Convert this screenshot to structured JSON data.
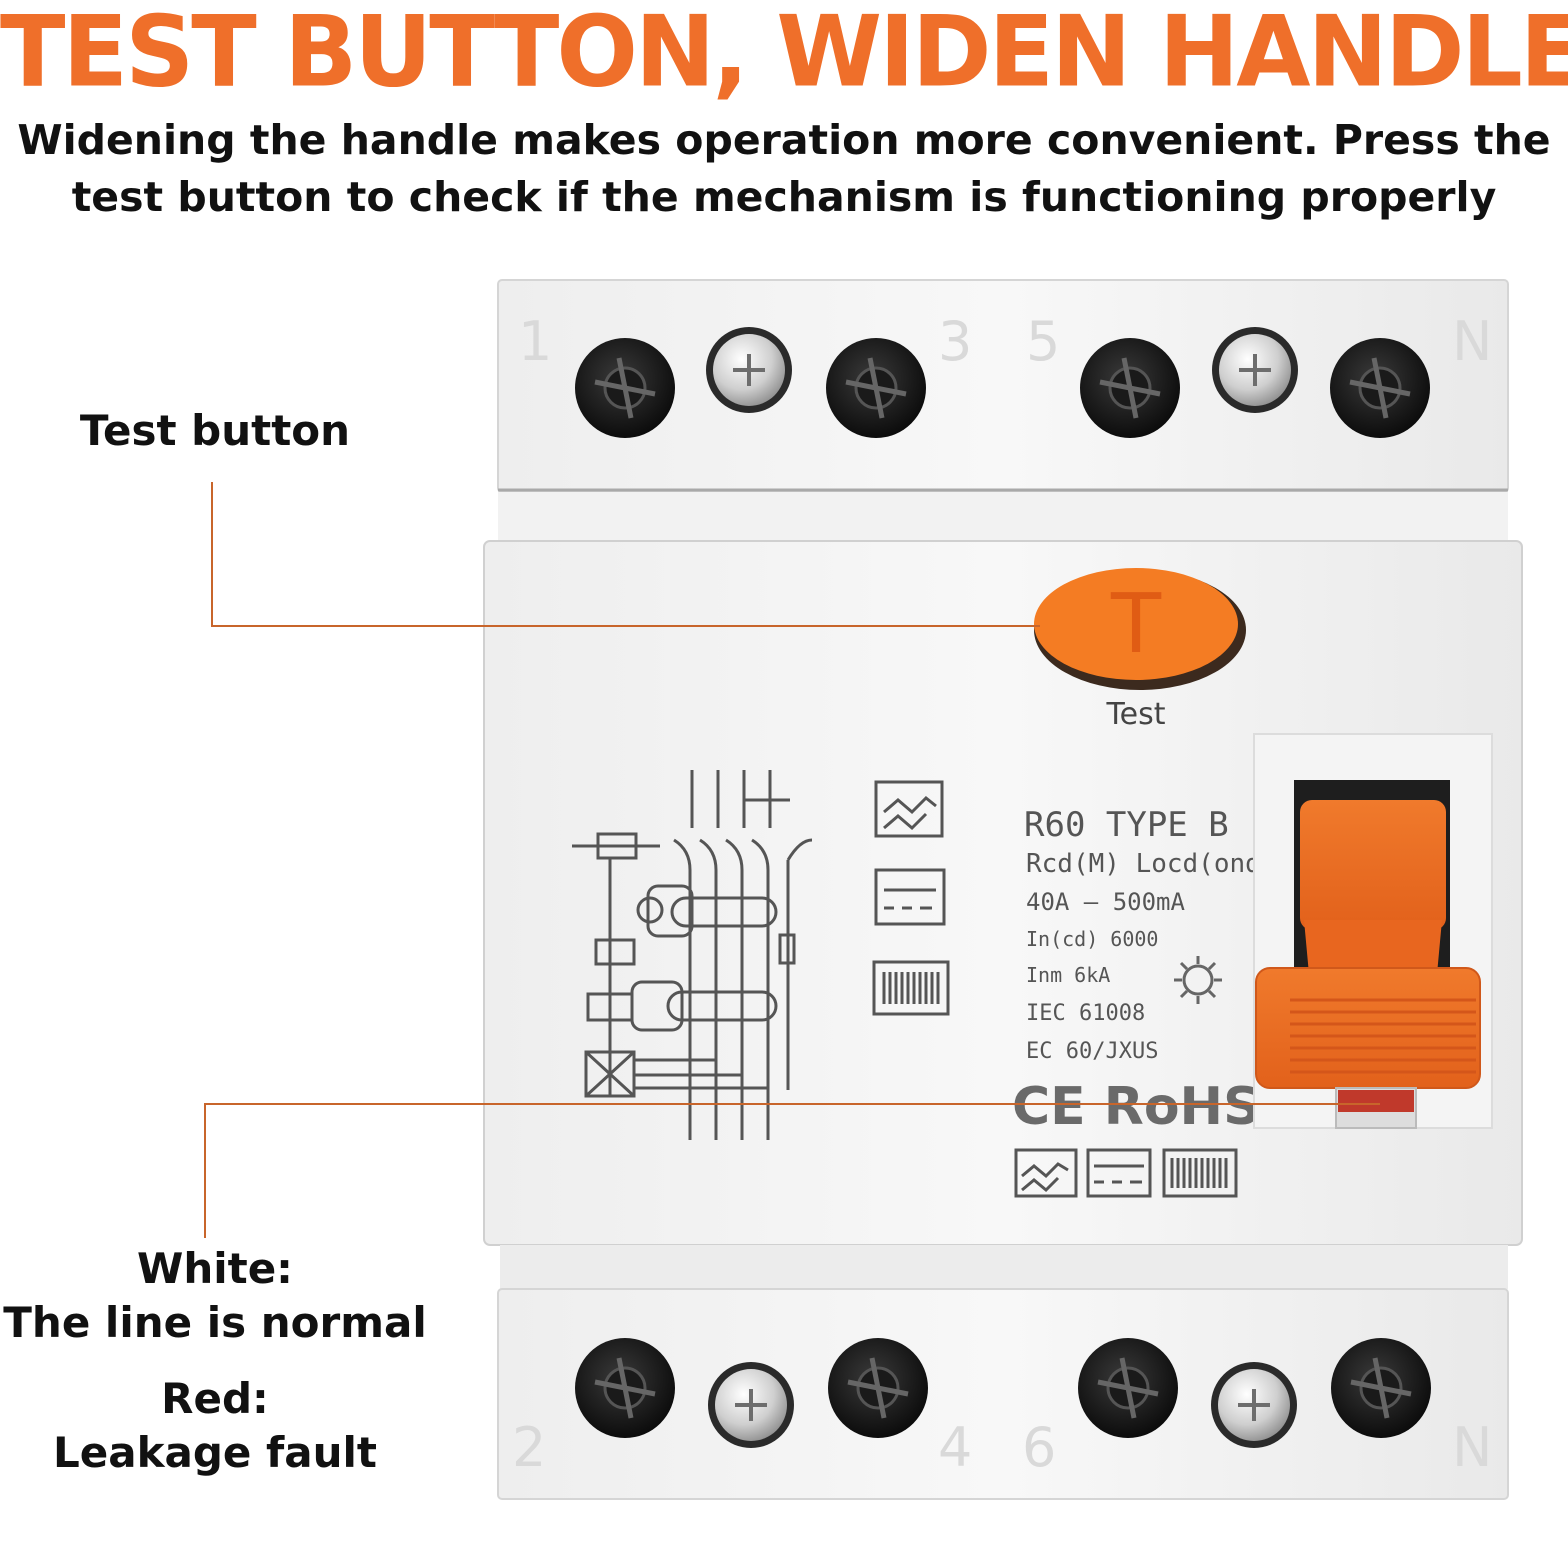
{
  "headline": "TEST BUTTON, WIDEN HANDLE",
  "subheadline": {
    "line1": "Widening the handle makes operation more convenient. Press the",
    "line2": "test button to check if the mechanism is functioning properly"
  },
  "callouts": {
    "test_button": "Test button",
    "white_title": "White:",
    "white_desc": "The line is normal",
    "red_title": "Red:",
    "red_desc": "Leakage fault"
  },
  "device": {
    "top_terminals": [
      "1",
      "3",
      "5",
      "N"
    ],
    "bottom_terminals": [
      "2",
      "4",
      "6",
      "N"
    ],
    "test_button_letter": "T",
    "test_label": "Test",
    "model": "R60 TYPE B",
    "spec_lines": [
      "Rcd(M) Locd(ond",
      "40A – 500mA",
      "In(cd) 6000",
      "Inm 6kA",
      "IEC 61008",
      "EC 60/JXUS"
    ],
    "cert_marks": "CE RoHS"
  },
  "colors": {
    "accent_orange": "#ef6f2a",
    "button_orange": "#f47c23",
    "text_dark": "#111111",
    "body_white": "#f4f4f4",
    "fault_red": "#c0392b"
  }
}
